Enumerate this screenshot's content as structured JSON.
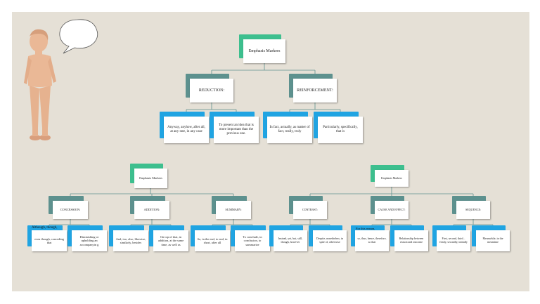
{
  "colors": {
    "background": "#e5e0d6",
    "title_tab": "#3dbf8e",
    "category_tab": "#5d918e",
    "item_tab": "#20a4e2",
    "connector": "#5d918e"
  },
  "icons": {
    "character": "person-figure-icon",
    "bubble": "speech-bubble-icon"
  },
  "tree_top": {
    "title": "Emphasis Markers",
    "categories": [
      {
        "label": "REDUCTION:",
        "items": [
          "Anyway, anyhow, after all, at any rate, in any case",
          "To present an idea that is more important than the previous one."
        ]
      },
      {
        "label": "REINFORCEMENT:",
        "items": [
          "In fact, actually, as matter of fact, really, truly",
          "Particularly, specifically, that is"
        ]
      }
    ]
  },
  "tree_left": {
    "title": "Emphasis Markers",
    "categories": [
      {
        "label": "CONCESSION:",
        "items": [
          "even though, conceding that",
          "Diminishing or upholding an accompanyin g"
        ]
      },
      {
        "label": "ADDITION:",
        "items": [
          "And, too, also, likewise, similarly, besides",
          "On top of that, in addition, at the same time, as well as"
        ]
      },
      {
        "label": "SUMMARY:",
        "items": [
          "So, in the end, to end, in short, after all",
          "To conclude, in conclusion, to summarize"
        ]
      }
    ],
    "overlap_text": "Although, though,"
  },
  "tree_right": {
    "title": "Emphasis Markers",
    "categories": [
      {
        "label": "CONTRAST:",
        "items": [
          "Instead, yet, but, still, though, however",
          "Despite, nonetheless, in spite of, otherwise"
        ]
      },
      {
        "label": "CAUSE AND EFFECT:",
        "items": [
          "so, thus, hence, therefore, so that",
          "Relationship between reason and outcome"
        ]
      },
      {
        "label": "SEQUENCE:",
        "items": [
          "First, second, third... firstly, secondly, initially",
          "Meanwhile, in the meantime"
        ]
      }
    ],
    "overlap_text": "For this reason,"
  }
}
